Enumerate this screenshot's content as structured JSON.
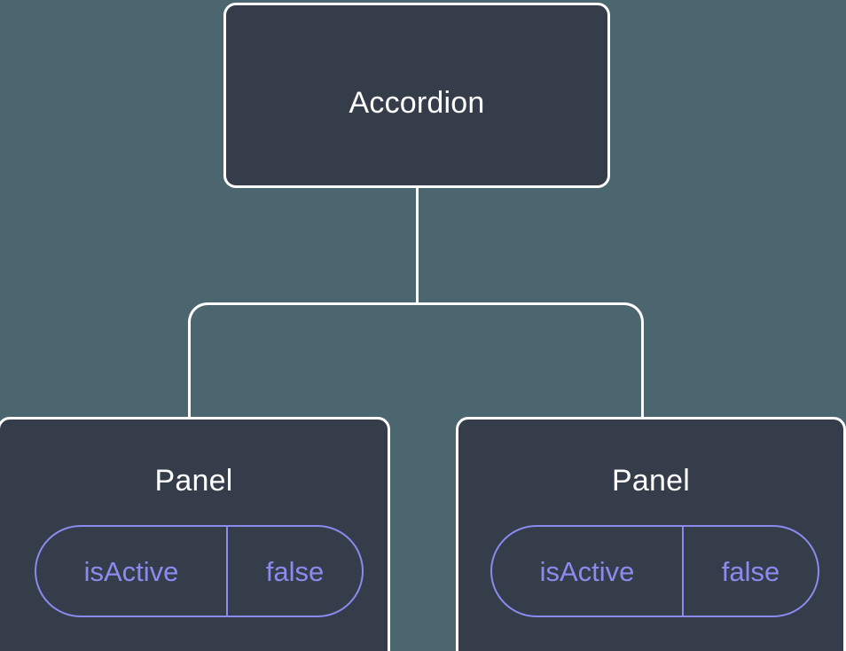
{
  "diagram": {
    "type": "component-tree",
    "background_color": "#4c666f",
    "node_fill_color": "#353c4a",
    "node_border_color": "#ffffff",
    "edge_color": "#ffffff",
    "prop_accent_color": "#8b8bef",
    "root": {
      "label": "Accordion"
    },
    "children": [
      {
        "label": "Panel",
        "prop": {
          "key": "isActive",
          "value": "false"
        }
      },
      {
        "label": "Panel",
        "prop": {
          "key": "isActive",
          "value": "false"
        }
      }
    ]
  }
}
